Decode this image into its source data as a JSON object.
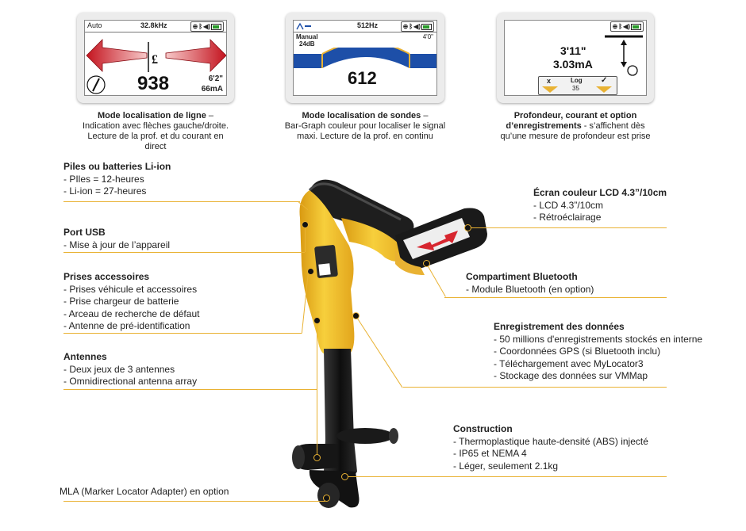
{
  "screens": {
    "line_mode": {
      "mode_label": "Auto",
      "frequency": "32.8kHz",
      "value": "938",
      "depth": "6'2\"",
      "current": "66mA",
      "symbol": "£",
      "colors": {
        "arrow": "#d7262f"
      }
    },
    "sonde_mode": {
      "frequency": "512Hz",
      "mode_label": "Manual",
      "gain": "24dB",
      "depth": "4'0\"",
      "value": "612",
      "colors": {
        "arc": "#1d4fa8"
      }
    },
    "depth_mode": {
      "depth": "3'11\"",
      "current": "3.03mA",
      "cancel_label": "x",
      "log_label": "Log",
      "log_number": "35",
      "ok_label": "✓"
    }
  },
  "captions": {
    "line_mode": {
      "title": "Mode localisation de ligne",
      "dash": " –",
      "text": "Indication avec flèches gauche/droite. Lecture de la prof. et du courant en direct"
    },
    "sonde_mode": {
      "title": "Mode localisation de sondes",
      "dash": " –",
      "text": "Bar-Graph couleur pour localiser le signal maxi. Lecture de la prof. en continu"
    },
    "depth_mode": {
      "title": "Profondeur, courant et option d’enregistrements",
      "text": " - s’affichent dès qu’une mesure de profondeur est prise"
    }
  },
  "callouts": {
    "batteries": {
      "title": "Piles ou batteries Li-ion",
      "items": [
        "- PIles = 12-heures",
        "- Li-ion = 27-heures"
      ]
    },
    "usb": {
      "title": "Port USB",
      "items": [
        "- Mise à jour de l’appareil"
      ]
    },
    "accessories": {
      "title": "Prises accessoires",
      "items": [
        "- Prises véhicule et accessoires",
        "- Prise chargeur de batterie",
        "- Arceau de recherche de défaut",
        "- Antenne de pré-identification"
      ]
    },
    "antennas": {
      "title": "Antennes",
      "items": [
        "- Deux jeux de 3 antennes",
        "- Omnidirectional antenna array"
      ]
    },
    "mla": {
      "title": "MLA (Marker Locator Adapter) en option"
    },
    "lcd": {
      "title": "Écran couleur LCD 4.3”/10cm",
      "items": [
        "- LCD 4.3”/10cm",
        "- Rétroéclairage"
      ]
    },
    "bluetooth": {
      "title": "Compartiment Bluetooth",
      "items": [
        "- Module Bluetooth (en option)"
      ]
    },
    "data": {
      "title": "Enregistrement des données",
      "items": [
        "- 50 millions d'enregistrements stockés en interne",
        "- Coordonnées GPS (si Bluetooth inclu)",
        "- Téléchargement avec MyLocator3",
        "- Stockage des données sur VMMap"
      ]
    },
    "construction": {
      "title": "Construction",
      "items": [
        "- Thermoplastique haute-densité (ABS) injecté",
        "- IP65 et NEMA 4",
        "- Léger, seulement 2.1kg"
      ]
    }
  },
  "colors": {
    "accent_line": "#e9b233",
    "device_yellow": "#f2c22e",
    "device_black": "#1a1a1a"
  }
}
